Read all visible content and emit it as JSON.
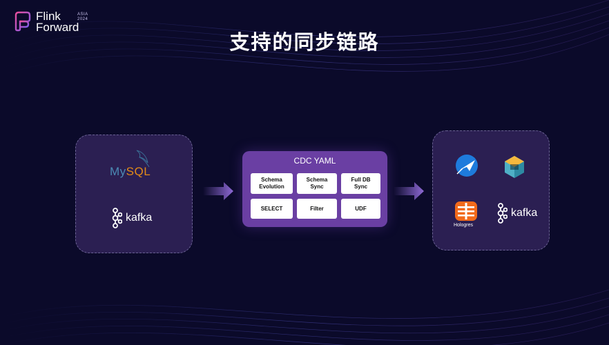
{
  "logo": {
    "line1": "Flink",
    "line2": "Forward",
    "edition_line1": "ASIA",
    "edition_line2": "2024"
  },
  "title": "支持的同步链路",
  "sources": {
    "mysql_prefix": "My",
    "mysql_suffix": "SQL",
    "kafka": "kafka"
  },
  "pipeline": {
    "title": "CDC YAML",
    "features": [
      {
        "line1": "Schema",
        "line2": "Evolution"
      },
      {
        "line1": "Schema",
        "line2": "Sync"
      },
      {
        "line1": "Full DB",
        "line2": "Sync"
      },
      {
        "line1": "SELECT",
        "line2": ""
      },
      {
        "line1": "Filter",
        "line2": ""
      },
      {
        "line1": "UDF",
        "line2": ""
      }
    ]
  },
  "sinks": {
    "hologres": "Hologres",
    "kafka": "kafka",
    "icons": [
      "doris-icon",
      "starrocks-icon",
      "hologres-icon",
      "kafka-icon"
    ]
  },
  "colors": {
    "background": "#0b0a2a",
    "panel": "#2b1f52",
    "pipeline": "#6a3fa3",
    "arrow": "#8f6ad6"
  }
}
